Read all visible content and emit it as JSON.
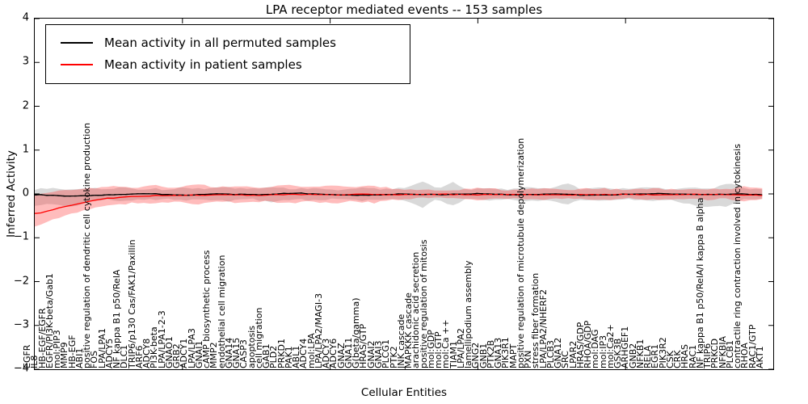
{
  "chart_data": {
    "type": "line",
    "title": "LPA receptor mediated events -- 153 samples",
    "xlabel": "Cellular Entities",
    "ylabel": "Inferred Activity",
    "ylim": [
      -4,
      4
    ],
    "yticks": [
      "4",
      "3",
      "2",
      "1",
      "0",
      "−1",
      "−2",
      "−3",
      "−4"
    ],
    "grid": false,
    "legend_position": "upper left",
    "categories": [
      "EGFR",
      "IL8",
      "HB-EGF/EGFR",
      "EGFR/PI3K-beta/Gab1",
      "mol:PIP3",
      "MMP9",
      "HB-EGF",
      "ABI1",
      "positive regulation of dendritic cell cytokine production",
      "FOS",
      "LPA/LPA1",
      "ADCY5",
      "NF kappa B1 p50/RelA",
      "DLC1",
      "TRIP6/p130 Cas/FAK1/Paxillin",
      "ARF6",
      "ADCY8",
      "PI3K-beta",
      "LPA/LPA1-2-3",
      "GNAO1",
      "GRB2",
      "ADCY1",
      "LPA/LPA3",
      "GNAI1",
      "cAMP biosynthetic process",
      "MMP2",
      "endothelial cell migration",
      "GNA14",
      "GNA15",
      "CASP3",
      "apoptosis",
      "cell migration",
      "GAB1",
      "PLD2",
      "PRKD1",
      "PAK1",
      "ABL1",
      "ADCY4",
      "mol:LPA",
      "LPA/LPA2/MAGI-3",
      "ADCY3",
      "ADCY6",
      "GNAZ",
      "GNA11",
      "G(beta/gamma)",
      "HRAS/GTP",
      "GNAI2",
      "GNAI3",
      "PLCG1",
      "PTK2",
      "JNK cascade",
      "MAPKKK cascade",
      "arachidonic acid secretion",
      "positive regulation of mitosis",
      "mol:GDP",
      "mol:GTP",
      "mol:Ca ++",
      "TIAM1",
      "LPA/LPA2",
      "lamellipodium assembly",
      "GNG2",
      "GNB1",
      "PTK2B",
      "GNA13",
      "PIK3R1",
      "MAPT",
      "positive regulation of microtubule depolymerization",
      "PXN",
      "stress fiber formation",
      "LPA/LPA2/NHERF2",
      "PLCB3",
      "GNA12",
      "SRC",
      "LPAR2",
      "HRAS/GDP",
      "RHOA/GDP",
      "mol:DAG",
      "mol:IP3",
      "mol:Ca2+",
      "GSK3B",
      "ARHGEF1",
      "GNB2",
      "NFKB1",
      "RELA",
      "EGR1",
      "PIK3R2",
      "CSK",
      "CRK",
      "HRAS",
      "RAC1",
      "NF kappa B1 p50/RelA/I kappa B alpha",
      "TRIP6",
      "PRKCD",
      "NFKBIA",
      "PLCB1",
      "contractile ring contraction involved in cytokinesis",
      "RHOA",
      "RAC1/GTP",
      "AKT1"
    ],
    "series": [
      {
        "name": "Mean activity in all permuted samples",
        "color": "#000000",
        "style": "solid",
        "control_points": {
          "x": [
            0,
            0.05,
            0.1,
            0.15,
            0.2,
            0.25,
            0.3,
            0.35,
            0.4,
            0.45,
            0.5,
            0.55,
            0.6,
            0.65,
            0.7,
            0.75,
            0.8,
            0.85,
            0.9,
            0.95,
            0.985
          ],
          "y": [
            -0.02,
            -0.05,
            -0.02,
            0.01,
            -0.03,
            0.0,
            -0.02,
            0.02,
            -0.01,
            -0.03,
            0.0,
            -0.02,
            0.01,
            -0.02,
            0.0,
            -0.03,
            -0.01,
            0.01,
            -0.02,
            0.0,
            -0.02
          ]
        }
      },
      {
        "name": "Mean activity in patient samples",
        "color": "#ff0000",
        "style": "solid",
        "control_points": {
          "x": [
            0,
            0.01,
            0.02,
            0.03,
            0.045,
            0.06,
            0.08,
            0.1,
            0.13,
            0.16,
            0.2,
            0.25,
            0.3,
            0.35,
            0.4,
            0.45,
            0.5,
            0.55,
            0.6,
            0.65,
            0.7,
            0.75,
            0.8,
            0.85,
            0.9,
            0.95,
            0.985
          ],
          "y": [
            -0.45,
            -0.42,
            -0.38,
            -0.33,
            -0.27,
            -0.22,
            -0.15,
            -0.1,
            -0.06,
            -0.04,
            -0.03,
            -0.02,
            -0.03,
            -0.01,
            -0.02,
            -0.01,
            -0.02,
            -0.01,
            -0.02,
            -0.01,
            -0.02,
            -0.02,
            -0.01,
            -0.02,
            -0.01,
            -0.02,
            -0.03
          ]
        }
      }
    ],
    "bands": [
      {
        "name": "permuted-std-band",
        "color": "#8a8a8a",
        "opacity": 0.32,
        "x": [
          0,
          0.02,
          0.05,
          0.08,
          0.1,
          0.12,
          0.14,
          0.16,
          0.18,
          0.2,
          0.23,
          0.26,
          0.29,
          0.32,
          0.35,
          0.38,
          0.41,
          0.44,
          0.47,
          0.5,
          0.525,
          0.545,
          0.565,
          0.585,
          0.61,
          0.64,
          0.67,
          0.7,
          0.72,
          0.74,
          0.77,
          0.8,
          0.83,
          0.86,
          0.89,
          0.915,
          0.94,
          0.96,
          0.985
        ],
        "upper": [
          0.1,
          0.13,
          0.1,
          0.14,
          0.1,
          0.17,
          0.1,
          0.12,
          0.09,
          0.15,
          0.11,
          0.16,
          0.1,
          0.17,
          0.11,
          0.14,
          0.1,
          0.15,
          0.11,
          0.13,
          0.3,
          0.1,
          0.27,
          0.1,
          0.14,
          0.11,
          0.16,
          0.12,
          0.24,
          0.11,
          0.15,
          0.11,
          0.16,
          0.11,
          0.14,
          0.1,
          0.27,
          0.12,
          0.1
        ],
        "lower": [
          -0.28,
          -0.22,
          -0.3,
          -0.16,
          -0.12,
          -0.18,
          -0.11,
          -0.13,
          -0.1,
          -0.16,
          -0.12,
          -0.17,
          -0.11,
          -0.18,
          -0.12,
          -0.15,
          -0.11,
          -0.16,
          -0.12,
          -0.14,
          -0.31,
          -0.11,
          -0.28,
          -0.11,
          -0.15,
          -0.12,
          -0.17,
          -0.13,
          -0.25,
          -0.12,
          -0.16,
          -0.12,
          -0.17,
          -0.12,
          -0.25,
          -0.3,
          -0.28,
          -0.13,
          -0.11
        ]
      },
      {
        "name": "patient-std-band",
        "color": "#ff3333",
        "opacity": 0.33,
        "x": [
          0,
          0.015,
          0.03,
          0.05,
          0.07,
          0.09,
          0.11,
          0.135,
          0.16,
          0.19,
          0.22,
          0.25,
          0.28,
          0.31,
          0.34,
          0.37,
          0.4,
          0.43,
          0.46,
          0.49,
          0.52,
          0.56,
          0.6,
          0.64,
          0.68,
          0.72,
          0.76,
          0.8,
          0.84,
          0.88,
          0.91,
          0.935,
          0.96,
          0.985
        ],
        "upper": [
          -0.02,
          0.02,
          0.06,
          0.1,
          0.13,
          0.15,
          0.18,
          0.13,
          0.2,
          0.14,
          0.21,
          0.15,
          0.19,
          0.14,
          0.2,
          0.15,
          0.21,
          0.14,
          0.18,
          0.12,
          0.09,
          0.07,
          0.14,
          0.09,
          0.12,
          0.09,
          0.13,
          0.09,
          0.12,
          0.09,
          0.12,
          0.1,
          0.18,
          0.12
        ],
        "lower": [
          -0.75,
          -0.66,
          -0.56,
          -0.45,
          -0.36,
          -0.3,
          -0.26,
          -0.2,
          -0.24,
          -0.17,
          -0.23,
          -0.16,
          -0.21,
          -0.16,
          -0.22,
          -0.16,
          -0.22,
          -0.16,
          -0.2,
          -0.13,
          -0.1,
          -0.08,
          -0.15,
          -0.1,
          -0.13,
          -0.1,
          -0.14,
          -0.1,
          -0.13,
          -0.1,
          -0.13,
          -0.11,
          -0.17,
          -0.13
        ]
      }
    ]
  },
  "legend": {
    "items": [
      {
        "label": "Mean activity in all permuted samples",
        "color": "#000000"
      },
      {
        "label": "Mean activity in patient samples",
        "color": "#ff0000"
      }
    ]
  }
}
